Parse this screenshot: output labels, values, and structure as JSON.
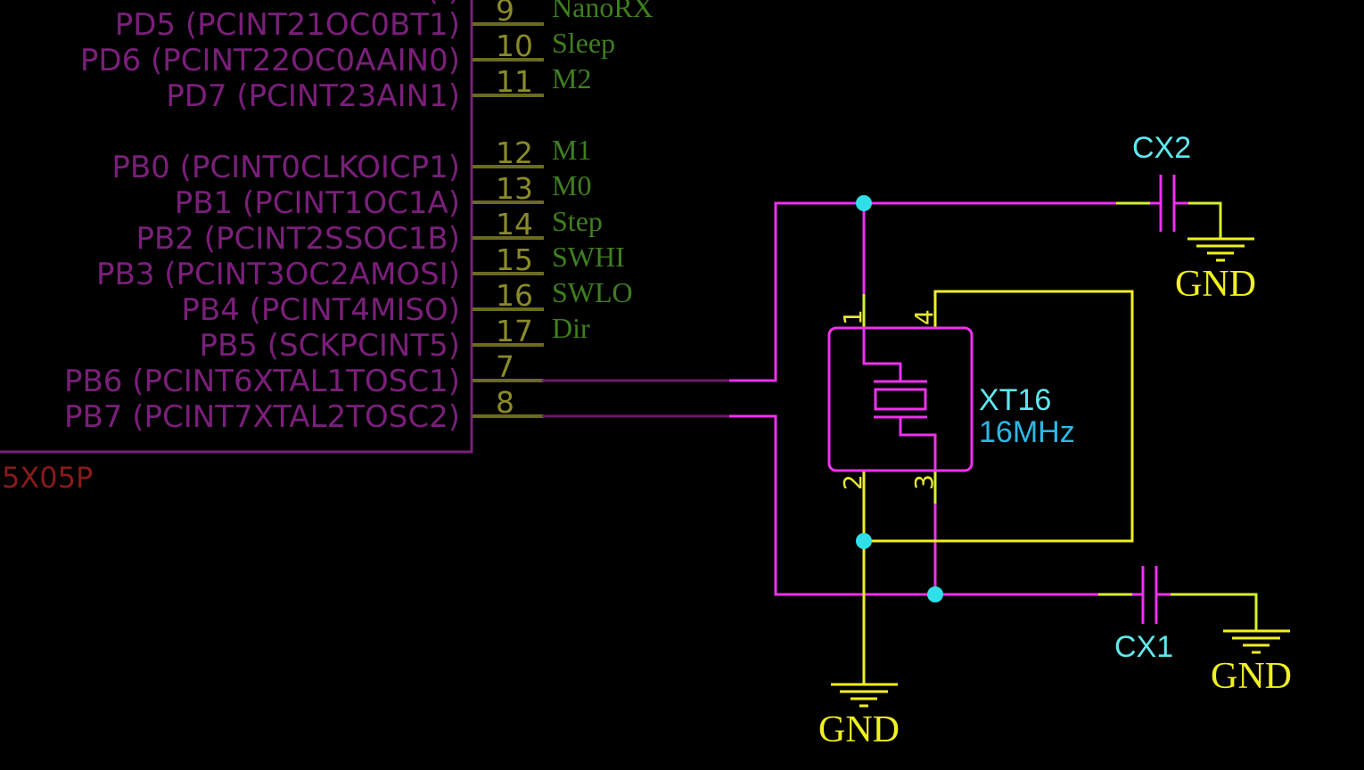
{
  "schematic": {
    "colors": {
      "background": "#000000",
      "component_body": "#7a1f7a",
      "pin_line": "#6b6b1f",
      "pin_number": "#8a8a2a",
      "net_label": "#3f7f1f",
      "wire_magenta": "#f030f0",
      "wire_dark": "#6b1a6b",
      "wire_yellow": "#f0f020",
      "junction": "#30e0e8",
      "refdes": "#5ee8ee",
      "value": "#2ab8e8",
      "part_name": "#8a1a1a"
    },
    "mcu": {
      "part_name_fragment": "5X05P",
      "pins": [
        {
          "name": "PD5 (PCINT21OC0BT1)",
          "number": "9",
          "net": "NanoRX"
        },
        {
          "name": "PD6 (PCINT22OC0AAIN0)",
          "number": "10",
          "net": "Sleep"
        },
        {
          "name": "PD7 (PCINT23AIN1)",
          "number": "11",
          "net": "M2"
        },
        {
          "name": "PB0 (PCINT0CLKOICP1)",
          "number": "12",
          "net": "M1"
        },
        {
          "name": "PB1 (PCINT1OC1A)",
          "number": "13",
          "net": "M0"
        },
        {
          "name": "PB2 (PCINT2SSOC1B)",
          "number": "14",
          "net": "Step"
        },
        {
          "name": "PB3 (PCINT3OC2AMOSI)",
          "number": "15",
          "net": "SWHI"
        },
        {
          "name": "PB4 (PCINT4MISO)",
          "number": "16",
          "net": "SWLO"
        },
        {
          "name": "PB5 (SCKPCINT5)",
          "number": "17",
          "net": "Dir"
        },
        {
          "name": "PB6 (PCINT6XTAL1TOSC1)",
          "number": "7",
          "net": ""
        },
        {
          "name": "PB7 (PCINT7XTAL2TOSC2)",
          "number": "8",
          "net": ""
        }
      ]
    },
    "crystal": {
      "refdes": "XT16",
      "value": "16MHz",
      "pins": [
        "1",
        "2",
        "3",
        "4"
      ]
    },
    "capacitors": [
      {
        "refdes": "CX2"
      },
      {
        "refdes": "CX1"
      }
    ],
    "grounds": [
      {
        "label": "GND",
        "attached_to": "CX2"
      },
      {
        "label": "GND",
        "attached_to": "CX1"
      },
      {
        "label": "GND",
        "attached_to": "XT16"
      }
    ]
  }
}
